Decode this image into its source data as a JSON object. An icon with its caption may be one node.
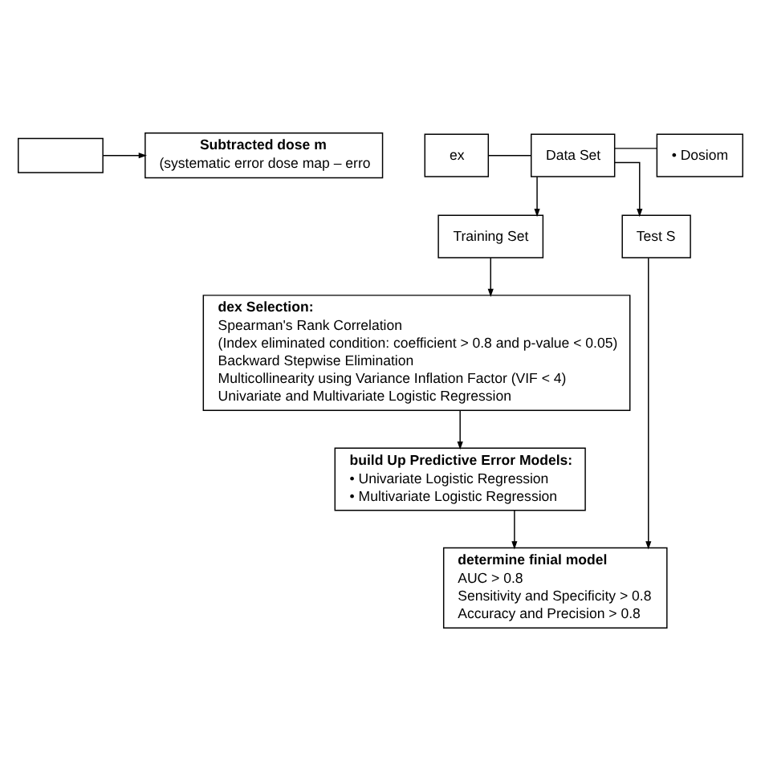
{
  "diagram": {
    "nodes": [
      {
        "text": [],
        "shape": "box"
      },
      {
        "text": [
          "Subtracted dose m",
          "(systematic error dose map – erro"
        ]
      },
      {
        "text": [
          "ex"
        ]
      },
      {
        "text": [
          "Data Set"
        ]
      },
      {
        "text": [
          "• Dosiom"
        ]
      },
      {
        "text": [
          "Training Set"
        ]
      },
      {
        "text": [
          "Test S"
        ]
      },
      {
        "text": [
          "dex Selection:",
          "Spearman's Rank Correlation",
          "(Index eliminated condition: coefficient > 0.8 and p-value < 0.05)",
          "Backward Stepwise Elimination",
          "Multicollinearity using Variance Inflation Factor (VIF < 4)",
          "Univariate and Multivariate Logistic Regression"
        ]
      },
      {
        "text": [
          "build Up Predictive Error Models:",
          "• Univariate Logistic Regression",
          "• Multivariate Logistic Regression"
        ]
      },
      {
        "text": [
          "determine finial model",
          "AUC > 0.8",
          "Sensitivity and Specificity > 0.8",
          "Accuracy and Precision > 0.8"
        ]
      }
    ],
    "edges": [
      {
        "from": 0,
        "to": 1,
        "arrow": "to"
      },
      {
        "from": 2,
        "to": 3,
        "arrow": "none"
      },
      {
        "from": 3,
        "to": 4,
        "arrow": "none"
      },
      {
        "from": 3,
        "to": 5,
        "arrow": "to"
      },
      {
        "from": 3,
        "to": 6,
        "arrow": "to"
      },
      {
        "from": 5,
        "to": 7,
        "arrow": "to"
      },
      {
        "from": 7,
        "to": 8,
        "arrow": "to"
      },
      {
        "from": 8,
        "to": 9,
        "arrow": "to"
      },
      {
        "from": 6,
        "to": 9,
        "arrow": "to"
      }
    ]
  }
}
